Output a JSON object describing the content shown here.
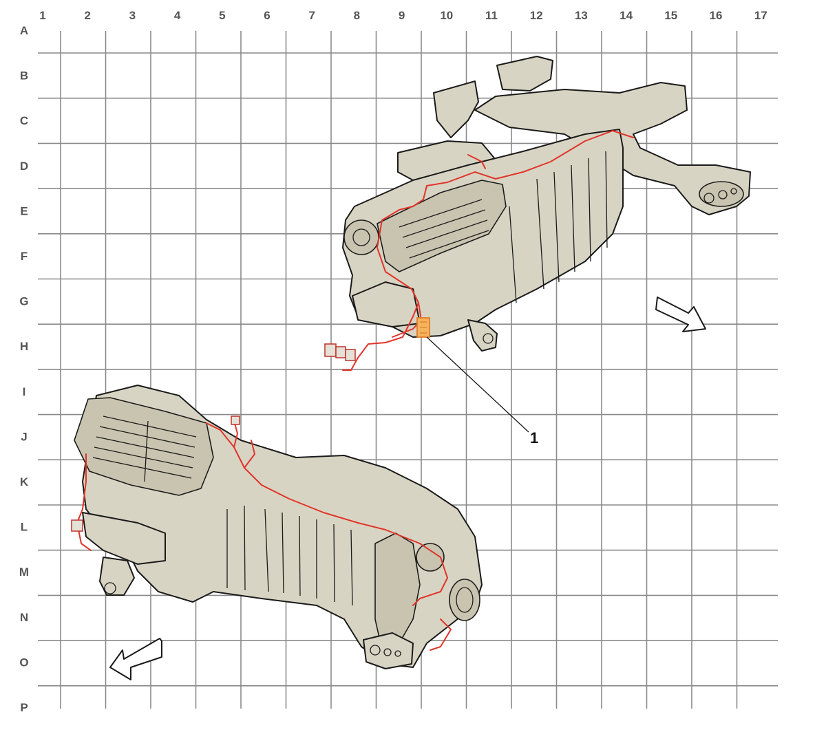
{
  "grid": {
    "columns": [
      "1",
      "2",
      "3",
      "4",
      "5",
      "6",
      "7",
      "8",
      "9",
      "10",
      "11",
      "12",
      "13",
      "14",
      "15",
      "16",
      "17"
    ],
    "rows": [
      "A",
      "B",
      "C",
      "D",
      "E",
      "F",
      "G",
      "H",
      "I",
      "J",
      "K",
      "L",
      "M",
      "N",
      "O",
      "P"
    ]
  },
  "callouts": [
    {
      "id": "callout-1",
      "label": "1"
    }
  ],
  "colors": {
    "grid": "#8a8a8a",
    "component_fill": "#d8d4c3",
    "harness_wire": "#e0342a",
    "highlight_connector": "#f0a040",
    "outline": "#1a1a1a"
  }
}
